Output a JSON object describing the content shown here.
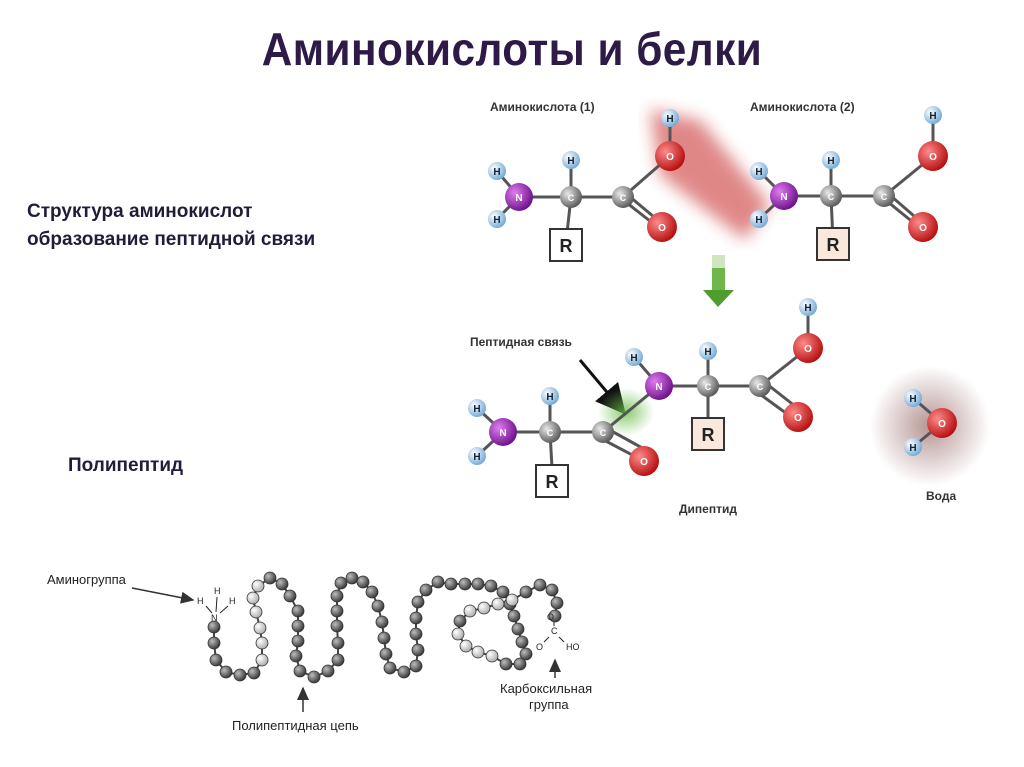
{
  "slide": {
    "title": "Аминокислоты и белки",
    "subtitle_line1": "Структура аминокислот",
    "subtitle_line2": "образование пептидной связи",
    "polypeptide_label": "Полипептид"
  },
  "reaction": {
    "amino_acid_1": "Аминокислота (1)",
    "amino_acid_2": "Аминокислота (2)",
    "peptide_bond": "Пептидная связь",
    "dipeptide": "Дипептид",
    "water": "Вода",
    "atom_h": "H",
    "atom_n": "N",
    "atom_c": "C",
    "atom_o": "O",
    "radical": "R"
  },
  "polypeptide": {
    "amino_group": "Аминогруппа",
    "chain": "Полипептидная цепь",
    "carboxyl_line1": "Карбоксильная",
    "carboxyl_line2": "группа",
    "h": "H",
    "n": "N",
    "c": "C",
    "o": "O",
    "ho": "HO"
  },
  "colors": {
    "title": "#2e1a47",
    "hydrogen": "#9cc8ea",
    "nitrogen": "#8a1aa6",
    "carbon": "#8c8c8c",
    "oxygen": "#d81e1e",
    "arrow_green": "#5aaa3a"
  }
}
